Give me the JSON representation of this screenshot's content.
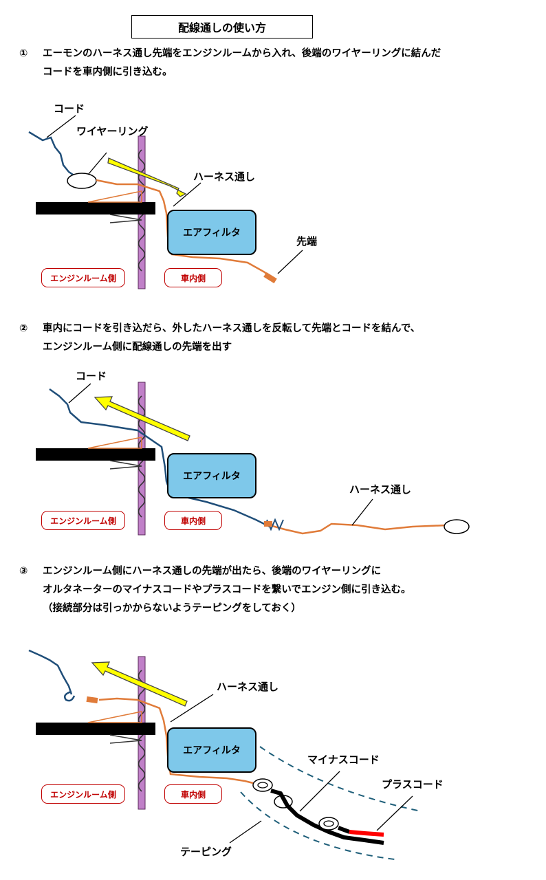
{
  "title": "配線通しの使い方",
  "steps": [
    {
      "num": "①",
      "line1": "エーモンのハーネス通し先端をエンジンルームから入れ、後端のワイヤーリングに結んだ",
      "line2": "コードを車内側に引き込む。"
    },
    {
      "num": "②",
      "line1": "車内にコードを引き込だら、外したハーネス通しを反転して先端とコードを結んで、",
      "line2": "エンジンルーム側に配線通しの先端を出す"
    },
    {
      "num": "③",
      "line1": "エンジンルーム側にハーネス通しの先端が出たら、後端のワイヤーリングに",
      "line2": "オルタネーターのマイナスコードやプラスコードを繋いでエンジン側に引き込む。",
      "line3": "（接続部分は引っかからないようテーピングをしておく）"
    }
  ],
  "labels": {
    "cord": "コード",
    "wire_ring": "ワイヤーリング",
    "harness": "ハーネス通し",
    "tip": "先端",
    "air_filter": "エアフィルタ",
    "engine_side": "エンジンルーム側",
    "cabin_side": "車内側",
    "minus_cord": "マイナスコード",
    "plus_cord": "プラスコード",
    "taping": "テーピング"
  },
  "colors": {
    "cord": "#1f4e79",
    "harness": "#e07b39",
    "arrow": "#ffff00",
    "filter": "#7ec8ea",
    "side_label": "#c00000",
    "plus": "#ff0000",
    "minus": "#000000",
    "tape": "#1f5f7a"
  }
}
